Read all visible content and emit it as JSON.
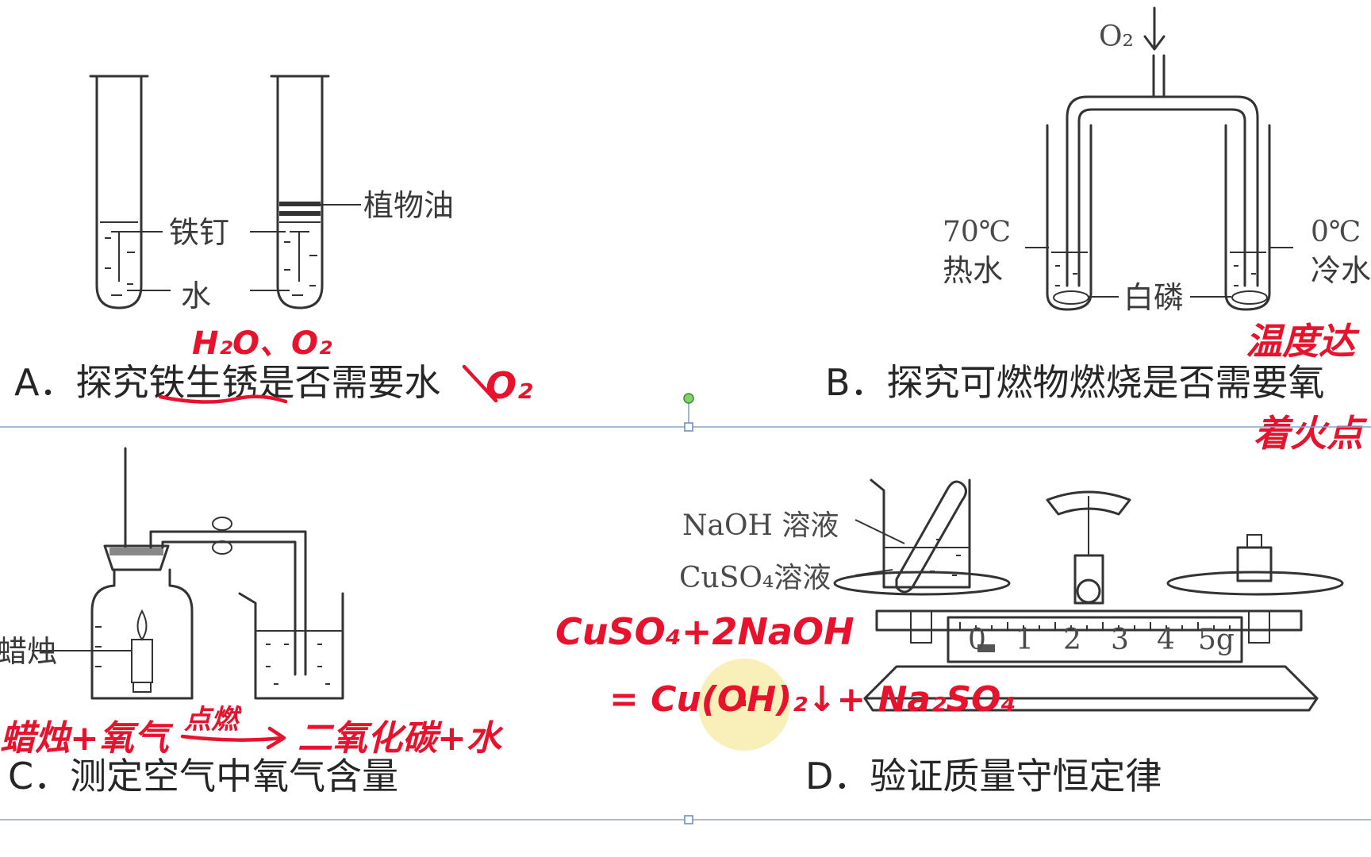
{
  "panel_a": {
    "label_nail": "铁钉",
    "label_oil": "植物油",
    "label_water": "水",
    "caption": "A．探究铁生锈是否需要水",
    "ink_top": "H₂O、O₂",
    "ink_o2": "O₂"
  },
  "panel_b": {
    "label_o2": "O₂",
    "label_hot_temp": "70℃",
    "label_hot_water": "热水",
    "label_cold_temp": "0℃",
    "label_cold_water": "冷水",
    "label_phosphorus": "白磷",
    "caption": "B．探究可燃物燃烧是否需要氧",
    "ink_line1": "温度达",
    "ink_line2": "着火点"
  },
  "panel_c": {
    "label_candle": "蜡烛",
    "caption": "C．测定空气中氧气含量",
    "ink_eq_left": "蜡烛+氧气",
    "ink_condition": "点燃",
    "ink_eq_right": "二氧化碳+水"
  },
  "panel_d": {
    "label_naoh": "NaOH 溶液",
    "label_cuso4": "CuSO₄溶液",
    "scale_ticks": [
      "0",
      "1",
      "2",
      "3",
      "4",
      "5g"
    ],
    "caption": "D．验证质量守恒定律",
    "ink_eq1": "CuSO₄+2NaOH",
    "ink_eq2": "= Cu(OH)₂↓+ Na₂SO₄"
  },
  "colors": {
    "ink_red": "#e8122c",
    "guide_blue": "#8aa4c8",
    "cursor_yellow": "#f5e99a"
  }
}
